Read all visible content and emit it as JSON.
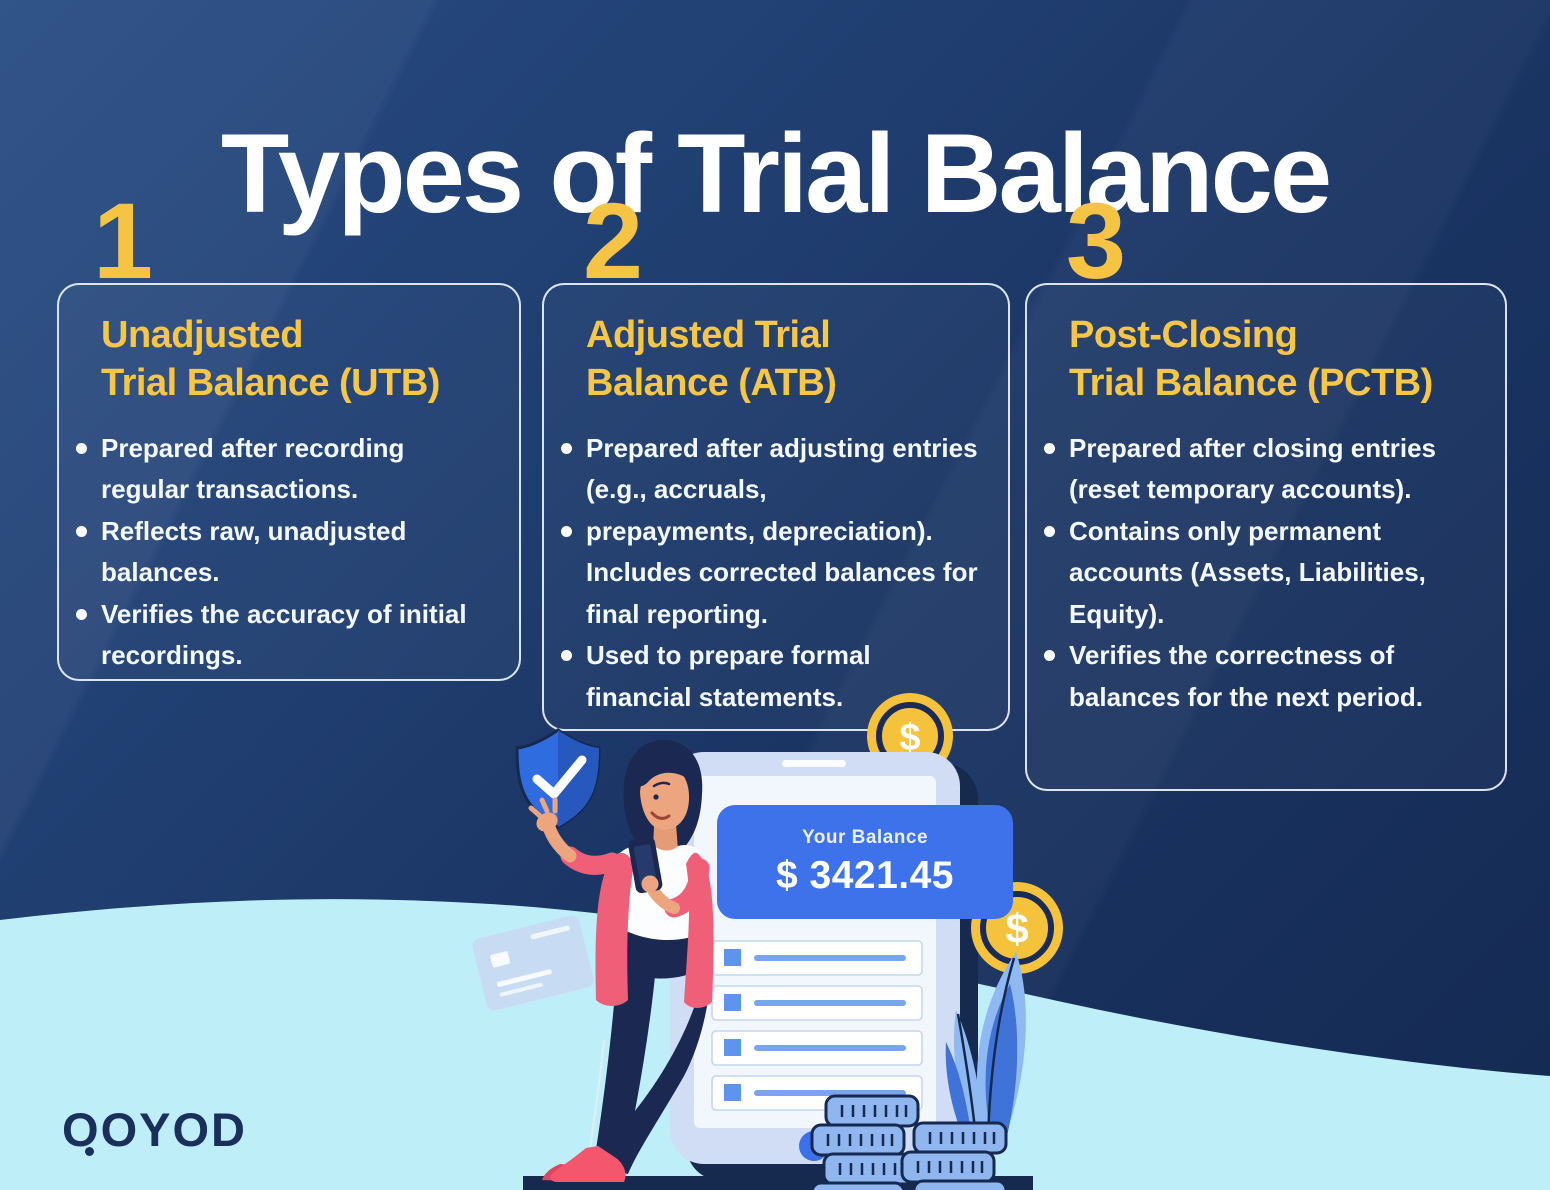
{
  "title": "Types of Trial Balance",
  "cards": [
    {
      "number": "1",
      "title_lines": [
        "Unadjusted",
        "Trial Balance (UTB)"
      ],
      "bullets": [
        "Prepared after recording regular transactions.",
        "Reflects raw, unadjusted balances.",
        "Verifies the accuracy of initial recordings."
      ]
    },
    {
      "number": "2",
      "title_lines": [
        "Adjusted Trial",
        "Balance (ATB)"
      ],
      "bullets": [
        "Prepared after adjusting entries (e.g., accruals,",
        "prepayments, depreciation). Includes corrected balances for final reporting.",
        "Used to prepare formal financial statements."
      ]
    },
    {
      "number": "3",
      "title_lines": [
        "Post-Closing",
        "Trial Balance (PCTB)"
      ],
      "bullets": [
        "Prepared after closing entries (reset temporary accounts).",
        "Contains only permanent accounts (Assets, Liabilities, Equity).",
        "Verifies the correctness of balances for the next period."
      ]
    }
  ],
  "illustration": {
    "balance_label": "Your Balance",
    "balance_value": "$ 3421.45",
    "coin_symbol": "$"
  },
  "brand": {
    "name": "QOYOD",
    "first_letter": "O",
    "rest": "OYOD"
  },
  "colors": {
    "background_navy": "#1D3A6B",
    "dark_navy": "#16294F",
    "accent_yellow": "#F6C445",
    "text_white": "#F4F8FC",
    "bright_blue": "#3D72EA",
    "cyan_ground": "#BEEFF8",
    "coin_gold": "#F5C33B",
    "light_blue_coin": "#8FB6EF",
    "pink": "#EF5F78",
    "logo_navy": "#1B2F5C"
  }
}
